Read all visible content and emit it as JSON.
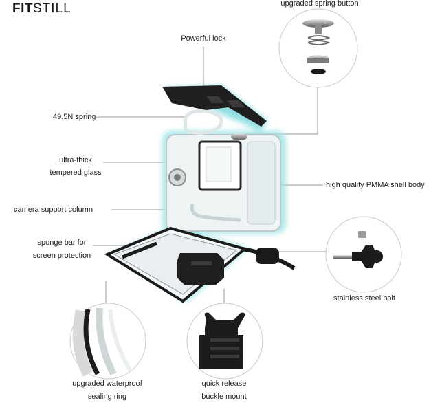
{
  "brand": {
    "part1": "FIT",
    "part2": "STILL"
  },
  "labels": {
    "spring_button": "upgraded spring button",
    "lock": "Powerful lock",
    "spring": "49.5N spring",
    "glass_line1": "ultra-thick",
    "glass_line2": "tempered glass",
    "shell": "high quality PMMA shell body",
    "column": "camera support column",
    "sponge_line1": "sponge bar for",
    "sponge_line2": "screen protection",
    "bolt": "stainless steel bolt",
    "ring_line1": "upgraded waterproof",
    "ring_line2": "sealing ring",
    "buckle_line1": "quick release",
    "buckle_line2": "buckle mount"
  },
  "colors": {
    "glow": "#7fd8dc",
    "line": "#9a9a9a",
    "dark": "#1c1c1c",
    "clear": "#eef3f4"
  }
}
